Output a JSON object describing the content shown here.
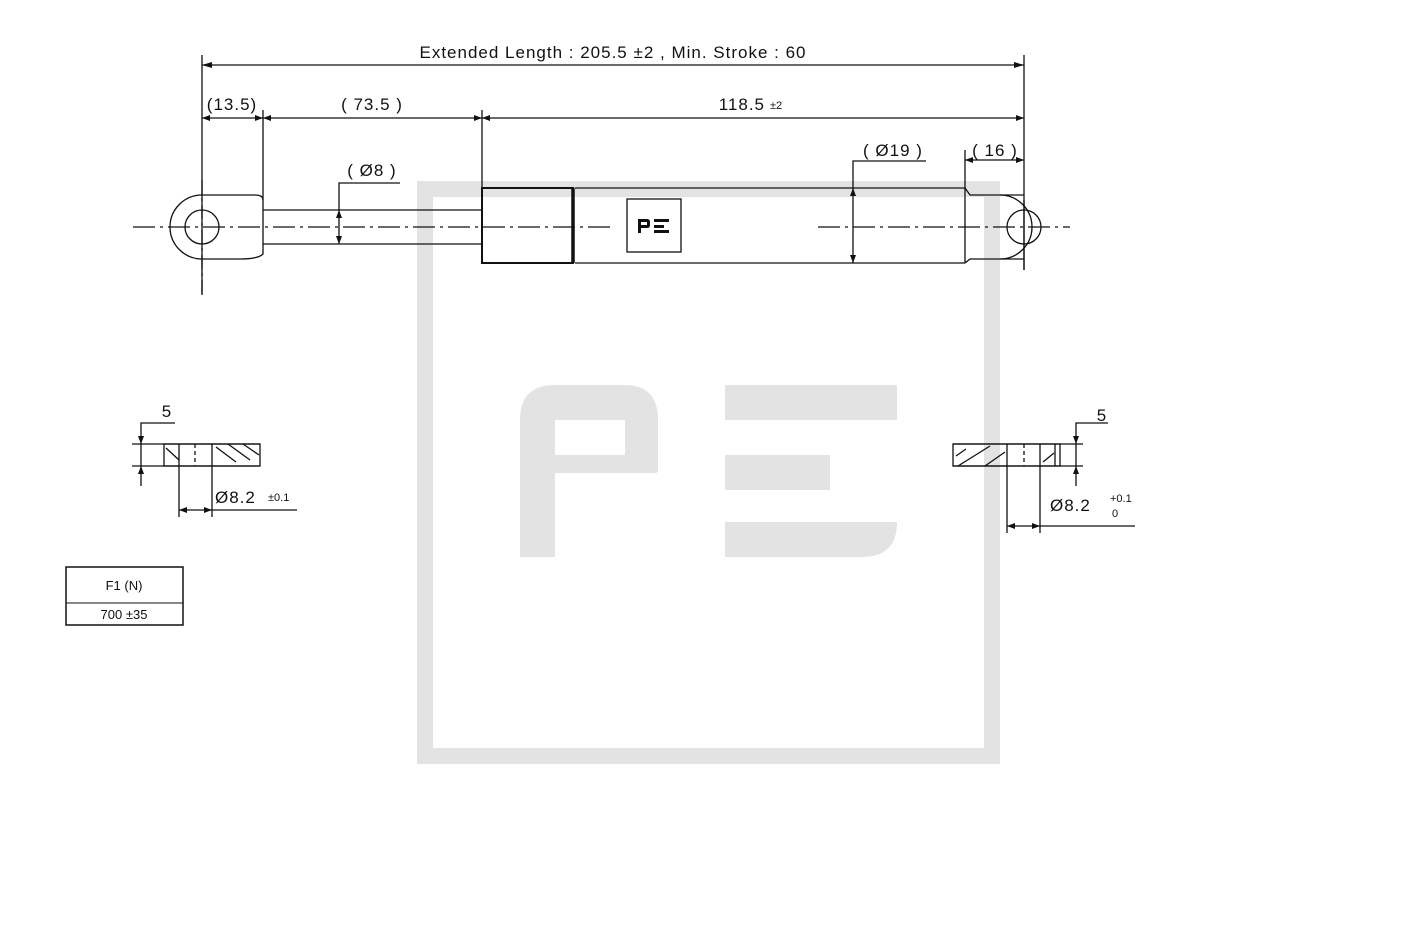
{
  "title": "Extended Length : 205.5 ±2 ,  Min. Stroke : 60",
  "dimensions": {
    "eye_left": "(13.5)",
    "rod_length": "( 73.5 )",
    "body_length": "118.5",
    "body_length_tol": "±2",
    "rod_diameter": "( Ø8 )",
    "body_diameter": "( Ø19 )",
    "eye_right": "( 16 )"
  },
  "left_eye_section": {
    "thickness": "5",
    "hole_diameter": "Ø8.2",
    "hole_tol": "±0.1"
  },
  "right_eye_section": {
    "thickness": "5",
    "hole_diameter": "Ø8.2",
    "hole_tol_upper": "+0.1",
    "hole_tol_lower": "0"
  },
  "force_table": {
    "header": "F1 (N)",
    "value": "700 ±35"
  },
  "logo_text": "PE",
  "colors": {
    "line": "#111111",
    "watermark": "#e3e3e3"
  }
}
